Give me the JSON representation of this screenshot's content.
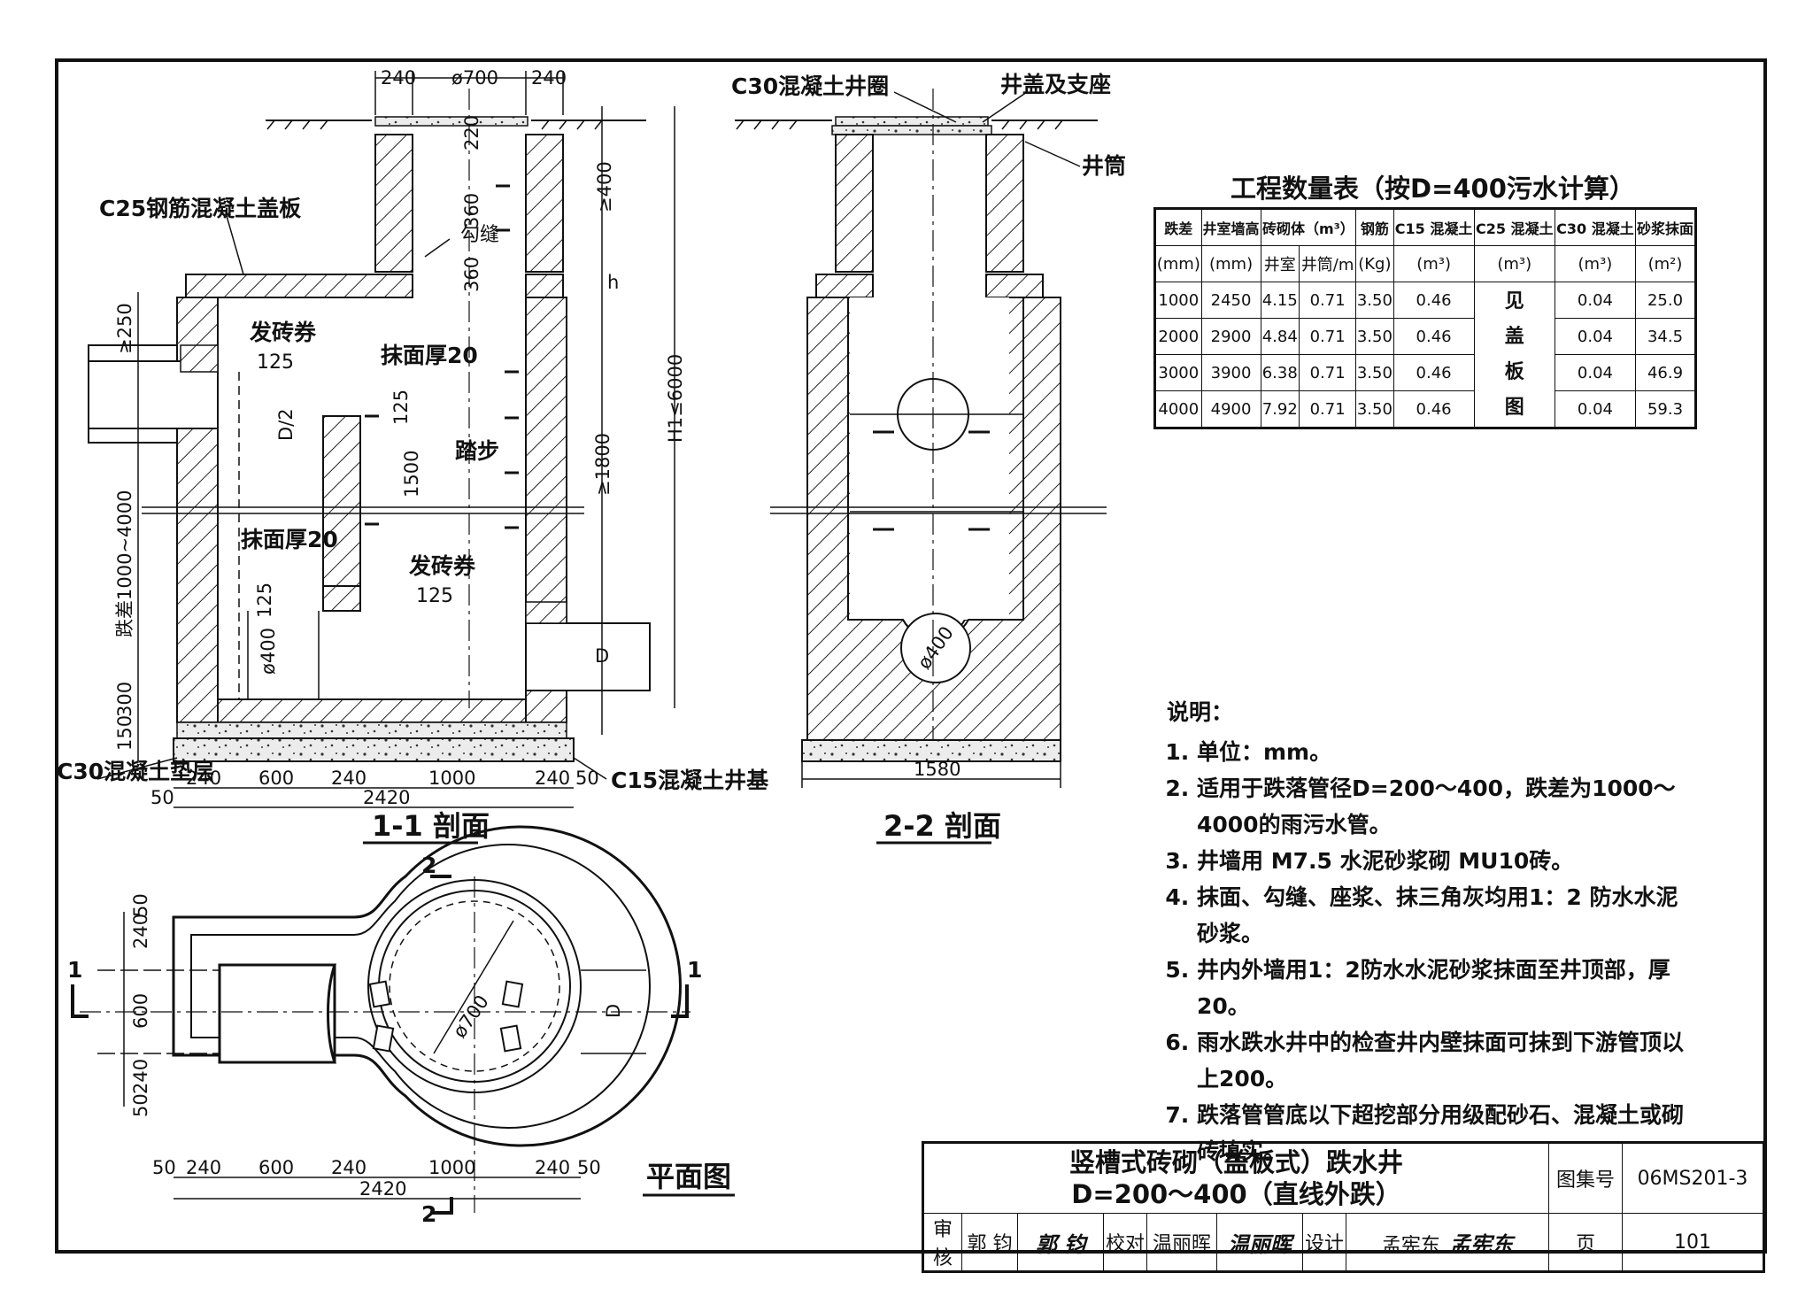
{
  "section_1_1": {
    "title": "1-1 剖面",
    "top_dims": [
      "240",
      "ø700",
      "240"
    ],
    "vert_dims": [
      "220",
      "360",
      "360",
      "≥400",
      "h",
      "H1≤6000",
      "≥1800",
      "1500",
      "125",
      "D/2",
      "125",
      "ø400",
      "≥250",
      "150",
      "300",
      "跌差1000~4000"
    ],
    "bottom_dims": [
      "240",
      "600",
      "240",
      "1000",
      "240",
      "50",
      "2420",
      "50"
    ],
    "labels": {
      "cover_slab": "C25钢筋混凝土盖板",
      "jointing": "勾缝",
      "arch_top": "发砖券",
      "arch_top_val": "125",
      "plaster_top": "抹面厚20",
      "plaster_bottom": "抹面厚20",
      "step": "踏步",
      "arch_bottom": "发砖券",
      "arch_bottom_val": "125",
      "pipe_d": "D",
      "cushion": "C30混凝土垫层",
      "foundation": "C15混凝土井基"
    }
  },
  "section_2_2": {
    "title": "2-2 剖面",
    "labels": {
      "ring": "C30混凝土井圈",
      "cover": "井盖及支座",
      "shaft": "井筒",
      "pipe": "ø400",
      "width": "1580"
    }
  },
  "plan": {
    "title": "平面图",
    "cut_labels": [
      "1",
      "1",
      "2",
      "2"
    ],
    "left_dims": [
      "240",
      "50",
      "600",
      "240",
      "50"
    ],
    "bottom_dims": [
      "50",
      "240",
      "600",
      "240",
      "1000",
      "240",
      "50",
      "2420"
    ],
    "circle_dim": "ø700",
    "pipe_d": "D"
  },
  "quantity_table": {
    "title": "工程数量表（按D=400污水计算）",
    "headers": [
      "跌差",
      "井室墙高",
      "砖砌体（m³）",
      "钢筋",
      "C15 混凝土",
      "C25 混凝土",
      "C30 混凝土",
      "砂浆抹面"
    ],
    "sub_headers": [
      "井室",
      "井筒/m"
    ],
    "units": [
      "(mm)",
      "(mm)",
      "(Kg)",
      "(m³)",
      "(m³)",
      "(m³)",
      "(m²)"
    ],
    "merged_c25": [
      "见",
      "盖",
      "板",
      "图"
    ],
    "rows": [
      [
        "1000",
        "2450",
        "4.15",
        "0.71",
        "3.50",
        "0.46",
        "0.04",
        "25.0"
      ],
      [
        "2000",
        "2900",
        "4.84",
        "0.71",
        "3.50",
        "0.46",
        "0.04",
        "34.5"
      ],
      [
        "3000",
        "3900",
        "6.38",
        "0.71",
        "3.50",
        "0.46",
        "0.04",
        "46.9"
      ],
      [
        "4000",
        "4900",
        "7.92",
        "0.71",
        "3.50",
        "0.46",
        "0.04",
        "59.3"
      ]
    ]
  },
  "notes": {
    "title": "说明：",
    "items": [
      "单位：mm。",
      "适用于跌落管径D=200～400，跌差为1000～4000的雨污水管。",
      "井墙用 M7.5 水泥砂浆砌 MU10砖。",
      "抹面、勾缝、座浆、抹三角灰均用1：2 防水水泥砂浆。",
      "井内外墙用1：2防水水泥砂浆抹面至井顶部，厚20。",
      "雨水跌水井中的检查井内壁抹面可抹到下游管顶以上200。",
      "跌落管管底以下超挖部分用级配砂石、混凝土或砌砖填实。"
    ]
  },
  "title_block": {
    "title_line1": "竖槽式砖砌（盖板式）跌水井",
    "title_line2": "D=200～400（直线外跌）",
    "atlas_label": "图集号",
    "atlas_no": "06MS201-3",
    "reviewer_label": "审核",
    "reviewer": "郭 钧",
    "checker_label": "校对",
    "checker": "温丽晖",
    "designer_label": "设计",
    "designer": "孟宪东",
    "page_label": "页",
    "page_no": "101"
  }
}
